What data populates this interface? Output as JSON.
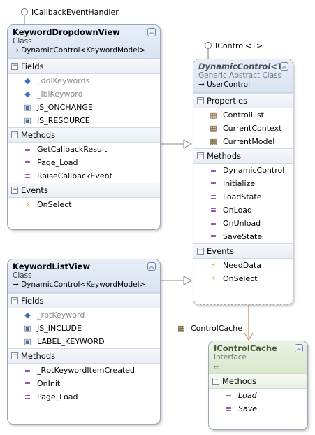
{
  "interface_labels": {
    "callback": "ICallbackEventHandler",
    "icontrol": "IControl<T>",
    "controlcache": "ControlCache"
  },
  "boxes": {
    "keyword_dropdown_view": {
      "name": "KeywordDropdownView",
      "stereotype": "Class",
      "base": "→ DynamicControl<KeywordModel>",
      "sections": {
        "fields": {
          "label": "Fields",
          "items": [
            "_ddlKeywords",
            "_lblKeyword",
            "JS_ONCHANGE",
            "JS_RESOURCE"
          ]
        },
        "methods": {
          "label": "Methods",
          "items": [
            "GetCallbackResult",
            "Page_Load",
            "RaiseCallbackEvent"
          ]
        },
        "events": {
          "label": "Events",
          "items": [
            "OnSelect"
          ]
        }
      }
    },
    "keyword_list_view": {
      "name": "KeywordListView",
      "stereotype": "Class",
      "base": "→ DynamicControl<KeywordModel>",
      "sections": {
        "fields": {
          "label": "Fields",
          "items": [
            "_rptKeyword",
            "JS_INCLUDE",
            "LABEL_KEYWORD"
          ]
        },
        "methods": {
          "label": "Methods",
          "items": [
            "_RptKeywordItemCreated",
            "OnInit",
            "Page_Load"
          ]
        }
      }
    },
    "dynamic_control": {
      "name": "DynamicControl<T>",
      "stereotype": "Generic Abstract Class",
      "base": "→ UserControl",
      "sections": {
        "properties": {
          "label": "Properties",
          "items": [
            "ControlList",
            "CurrentContext",
            "CurrentModel"
          ]
        },
        "methods": {
          "label": "Methods",
          "items": [
            "DynamicControl",
            "Initialize",
            "LoadState",
            "OnLoad",
            "OnUnload",
            "SaveState"
          ]
        },
        "events": {
          "label": "Events",
          "items": [
            "NeedData",
            "OnSelect"
          ]
        }
      }
    },
    "icontrol_cache": {
      "name": "IControlCache",
      "stereotype": "Interface",
      "sections": {
        "methods": {
          "label": "Methods",
          "items": [
            "Load",
            "Save"
          ]
        }
      }
    }
  },
  "icons": {
    "collapse": "double-chevron-up-icon",
    "field": "field-icon",
    "constant": "constant-icon",
    "method": "method-icon",
    "property": "property-icon",
    "event": "event-lightning-icon"
  },
  "colors": {
    "class_header": "#dfe7f2",
    "interface_header": "#e0ecd6",
    "border": "#9aa7b8",
    "connector": "#8c8c8c",
    "dependency_arrow": "#c9a27a"
  }
}
